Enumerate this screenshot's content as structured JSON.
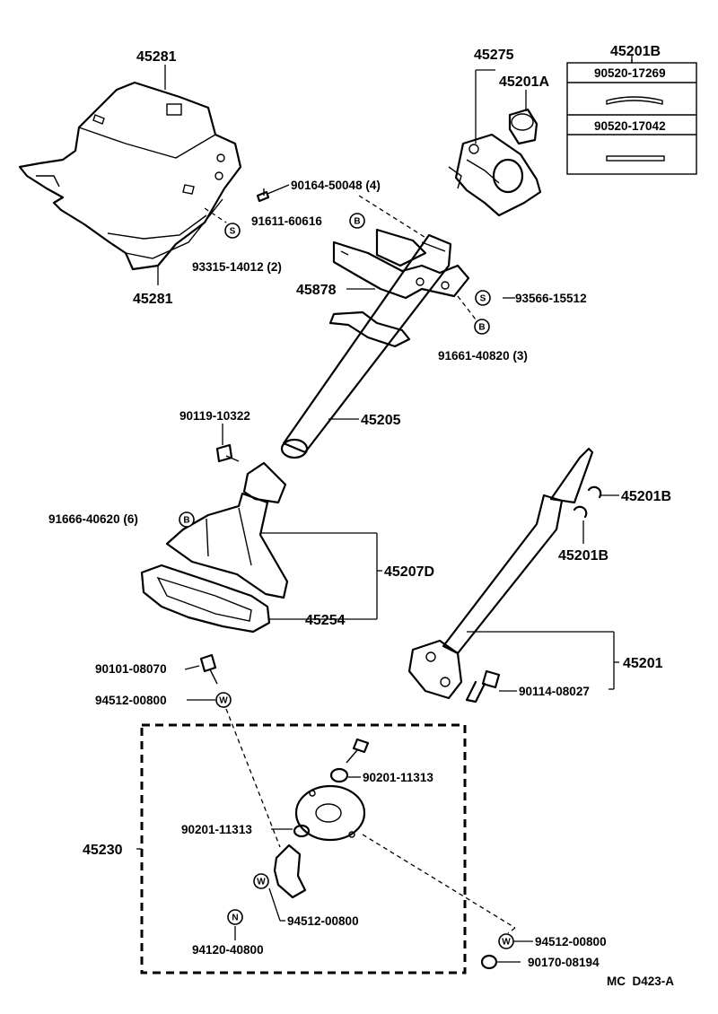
{
  "labels": {
    "p45281_top": "45281",
    "p45281_bot": "45281",
    "p90164": "90164-50048 (4)",
    "p91611": "91611-60616",
    "p93315": "93315-14012 (2)",
    "p45275": "45275",
    "p45201A": "45201A",
    "p45201B_box": "45201B",
    "p90520a": "90520-17269",
    "p90520b": "90520-17042",
    "p45878": "45878",
    "p93566": "93566-15512",
    "p91661": "91661-40820 (3)",
    "p45205": "45205",
    "p90119": "90119-10322",
    "p91666": "91666-40620 (6)",
    "p45207D": "45207D",
    "p45254": "45254",
    "p45201B_a": "45201B",
    "p45201B_b": "45201B",
    "p45201": "45201",
    "p90114": "90114-08027",
    "p90101": "90101-08070",
    "p94512a": "94512-00800",
    "p90201a": "90201-11313",
    "p90201b": "90201-11313",
    "p45230": "45230",
    "p94512b": "94512-00800",
    "p94120": "94120-40800",
    "p94512c": "94512-00800",
    "p90170": "90170-08194",
    "footer": "MC  D423-A"
  },
  "badges": {
    "b1": "B",
    "b2": "S",
    "b3": "S",
    "b4": "B",
    "b5": "B",
    "w1": "W",
    "w2": "W",
    "w3": "W",
    "n1": "N"
  }
}
